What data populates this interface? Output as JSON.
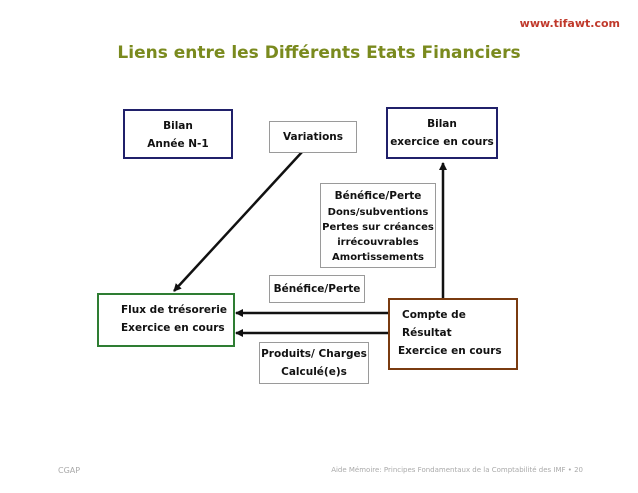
{
  "header": {
    "url": "www.tifawt.com",
    "title": "Liens entre les Différents Etats Financiers"
  },
  "boxes": {
    "bilan_n1": {
      "line1": "Bilan",
      "line2": "Année N-1"
    },
    "variations": {
      "label": "Variations"
    },
    "bilan_current": {
      "line1": "Bilan",
      "line2": "exercice en cours"
    },
    "benefice_block": {
      "lines": [
        "Bénéfice/Perte",
        "Dons/subventions",
        "Pertes sur créances",
        "irrécouvrables",
        "Amortissements"
      ]
    },
    "benefice_perte": {
      "label": "Bénéfice/Perte"
    },
    "flux": {
      "line1": "Flux de trésorerie",
      "line2": "Exercice en cours"
    },
    "compte": {
      "line1": "Compte de Résultat",
      "line2": "Exercice en cours"
    },
    "produits": {
      "line1": "Produits/ Charges",
      "line2": "Calculé(e)s"
    }
  },
  "footer": {
    "left": "CGAP",
    "right": "Aide Mémoire: Principes Fondamentaux de la Comptabilité des IMF  •  20"
  },
  "colors": {
    "navy": "#20206a",
    "green": "#2e7d32",
    "brown": "#7a3b10",
    "title": "#7a8a1e",
    "url": "#c0392b"
  }
}
